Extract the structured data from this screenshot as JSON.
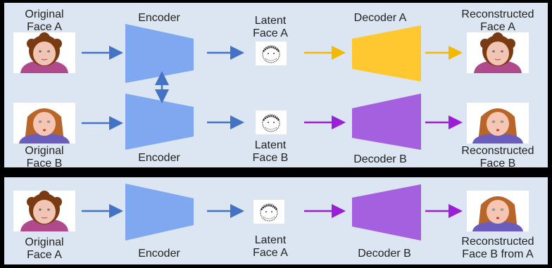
{
  "top": {
    "orig_a": "Original\nFace A",
    "orig_b": "Original\nFace B",
    "encoder_top": "Encoder",
    "encoder_bottom": "Encoder",
    "latent_a": "Latent\nFace A",
    "latent_b": "Latent\nFace B",
    "decoder_a": "Decoder A",
    "decoder_b": "Decoder B",
    "recon_a": "Reconstructed\nFace A",
    "recon_b": "Reconstructed\nFace B"
  },
  "bottom": {
    "orig_a": "Original\nFace A",
    "encoder": "Encoder",
    "latent_a": "Latent\nFace A",
    "decoder_b": "Decoder B",
    "recon": "Reconstructed\nFace B from A"
  },
  "colors": {
    "encoder": "#7fa8f0",
    "decoder_a": "#ffc830",
    "decoder_b": "#a560e0",
    "arrow_blue": "#4472c4",
    "arrow_yellow": "#f5b800",
    "arrow_purple": "#9b1fd6"
  }
}
